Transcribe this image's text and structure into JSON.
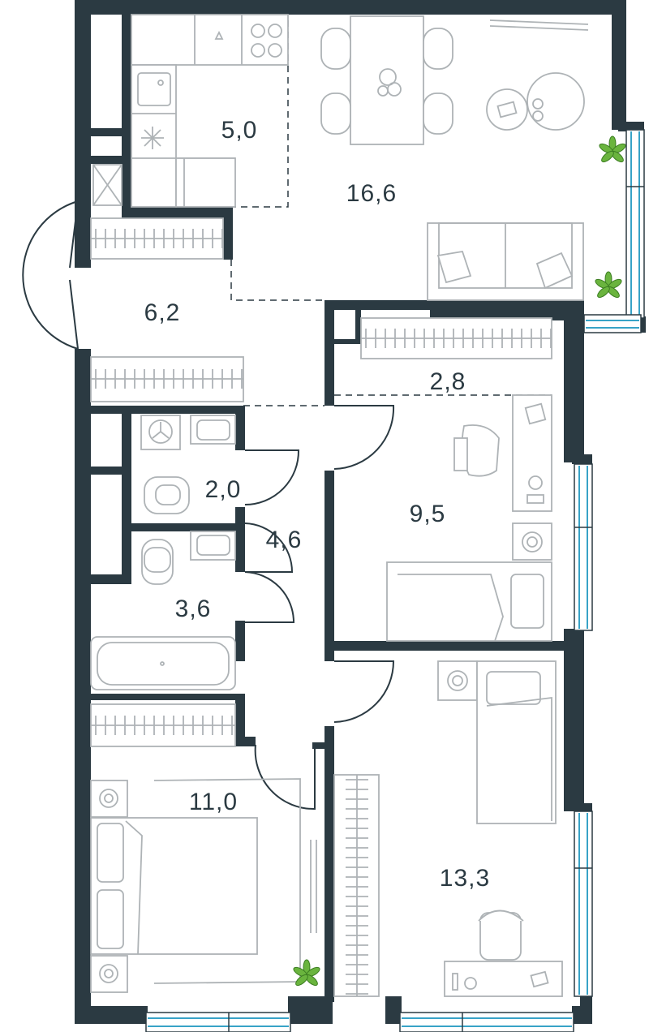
{
  "rooms": [
    {
      "id": "kitchen",
      "area": "5,0"
    },
    {
      "id": "living",
      "area": "16,6"
    },
    {
      "id": "hall",
      "area": "6,2"
    },
    {
      "id": "storage",
      "area": "2,8"
    },
    {
      "id": "wc",
      "area": "2,0"
    },
    {
      "id": "corridor",
      "area": "4,6"
    },
    {
      "id": "bedroom-small",
      "area": "9,5"
    },
    {
      "id": "bathroom",
      "area": "3,6"
    },
    {
      "id": "bedroom-master",
      "area": "11,0"
    },
    {
      "id": "bedroom-large",
      "area": "13,3"
    }
  ],
  "colors": {
    "wall": "#2b3a42",
    "furniture": "#aeb3b6",
    "window_glass": "#38a3c7",
    "plant": "#6ab43e"
  }
}
